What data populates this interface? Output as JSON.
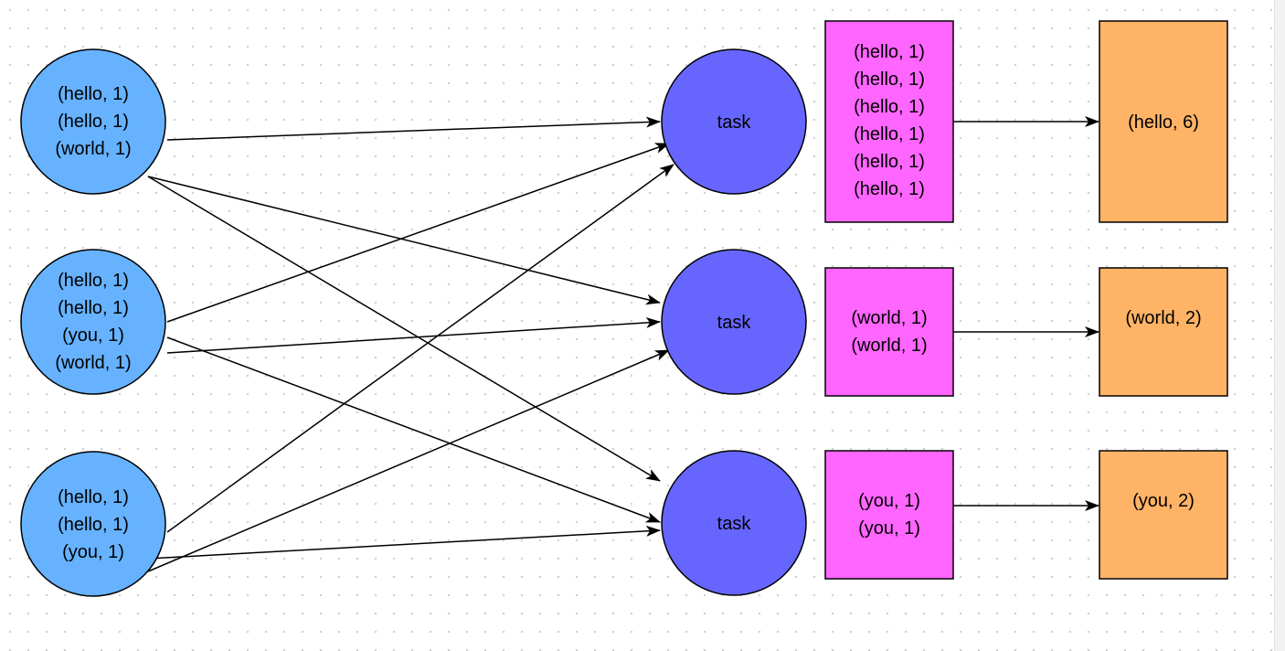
{
  "colors": {
    "input_fill": "#66b2ff",
    "task_fill": "#6666ff",
    "group_fill": "#ff66ff",
    "result_fill": "#ffb366",
    "stroke": "#000000"
  },
  "inputs": [
    {
      "id": "in1",
      "lines": [
        "(hello, 1)",
        "(hello, 1)",
        "(world, 1)"
      ]
    },
    {
      "id": "in2",
      "lines": [
        "(hello, 1)",
        "(hello, 1)",
        "(you, 1)",
        "(world, 1)"
      ]
    },
    {
      "id": "in3",
      "lines": [
        "(hello, 1)",
        "(hello, 1)",
        "(you, 1)"
      ]
    }
  ],
  "tasks": [
    {
      "id": "t1",
      "label": "task"
    },
    {
      "id": "t2",
      "label": "task"
    },
    {
      "id": "t3",
      "label": "task"
    }
  ],
  "groups": [
    {
      "id": "g1",
      "lines": [
        "(hello, 1)",
        "(hello, 1)",
        "(hello, 1)",
        "(hello, 1)",
        "(hello, 1)",
        "(hello, 1)"
      ]
    },
    {
      "id": "g2",
      "lines": [
        "(world, 1)",
        "(world, 1)"
      ]
    },
    {
      "id": "g3",
      "lines": [
        "(you, 1)",
        "(you, 1)"
      ]
    }
  ],
  "results": [
    {
      "id": "r1",
      "label": "(hello, 6)"
    },
    {
      "id": "r2",
      "label": "(world, 2)"
    },
    {
      "id": "r3",
      "label": "(you, 2)"
    }
  ],
  "edges": [
    {
      "from": "in1",
      "to": "t1"
    },
    {
      "from": "in1",
      "to": "t2"
    },
    {
      "from": "in1",
      "to": "t3"
    },
    {
      "from": "in2",
      "to": "t1"
    },
    {
      "from": "in2",
      "to": "t2"
    },
    {
      "from": "in2",
      "to": "t3"
    },
    {
      "from": "in3",
      "to": "t1"
    },
    {
      "from": "in3",
      "to": "t2"
    },
    {
      "from": "in3",
      "to": "t3"
    },
    {
      "from": "g1",
      "to": "r1"
    },
    {
      "from": "g2",
      "to": "r2"
    },
    {
      "from": "g3",
      "to": "r3"
    }
  ]
}
